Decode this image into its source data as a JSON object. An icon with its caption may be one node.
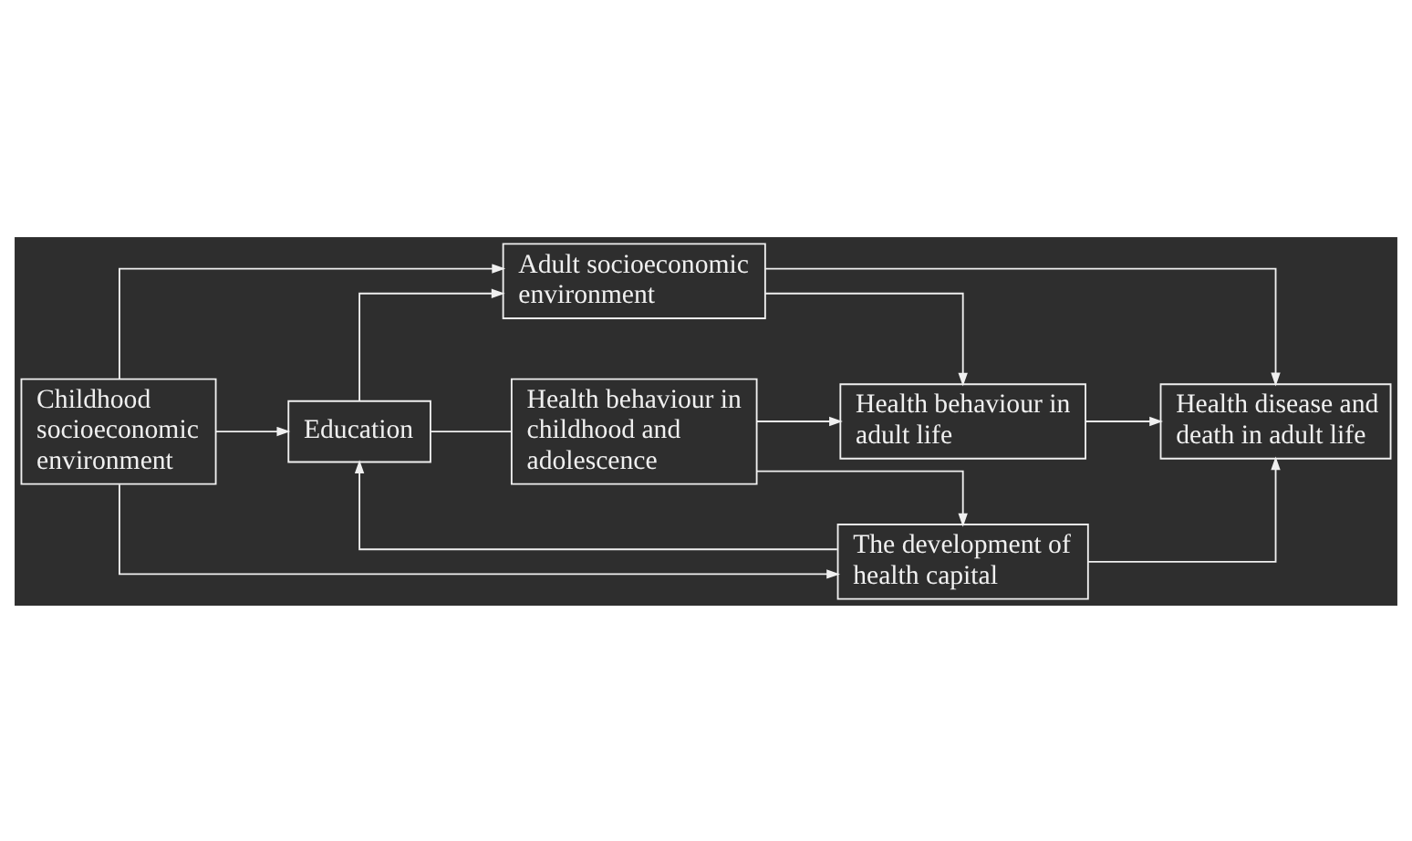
{
  "diagram": {
    "nodes": [
      {
        "text": [
          "Childhood socioeconomic environment"
        ]
      },
      {
        "text": [
          "Adult socioeconomic environment"
        ]
      },
      {
        "text": [
          "Education"
        ]
      },
      {
        "text": [
          "Health disease and death in adult life"
        ]
      },
      {
        "text": [
          "Health behaviour in childhood and adolescence"
        ]
      },
      {
        "text": [
          "Health behaviour in adult life"
        ]
      },
      {
        "text": [
          "The development of health capital"
        ]
      }
    ],
    "edges": [
      {
        "from": 0,
        "to": 1,
        "arrow": "to"
      },
      {
        "from": 0,
        "to": 2,
        "arrow": "to"
      },
      {
        "from": 0,
        "to": 6,
        "arrow": "to"
      },
      {
        "from": 2,
        "to": 1,
        "arrow": "to"
      },
      {
        "from": 1,
        "to": 3,
        "arrow": "to"
      },
      {
        "from": 1,
        "to": 5,
        "arrow": "to"
      },
      {
        "from": 2,
        "to": 4,
        "arrow": "none"
      },
      {
        "from": 6,
        "to": 2,
        "arrow": "to"
      },
      {
        "from": 4,
        "to": 5,
        "arrow": "to"
      },
      {
        "from": 4,
        "to": 6,
        "arrow": "to"
      },
      {
        "from": 5,
        "to": 3,
        "arrow": "to"
      },
      {
        "from": 6,
        "to": 3,
        "arrow": "to"
      }
    ]
  }
}
